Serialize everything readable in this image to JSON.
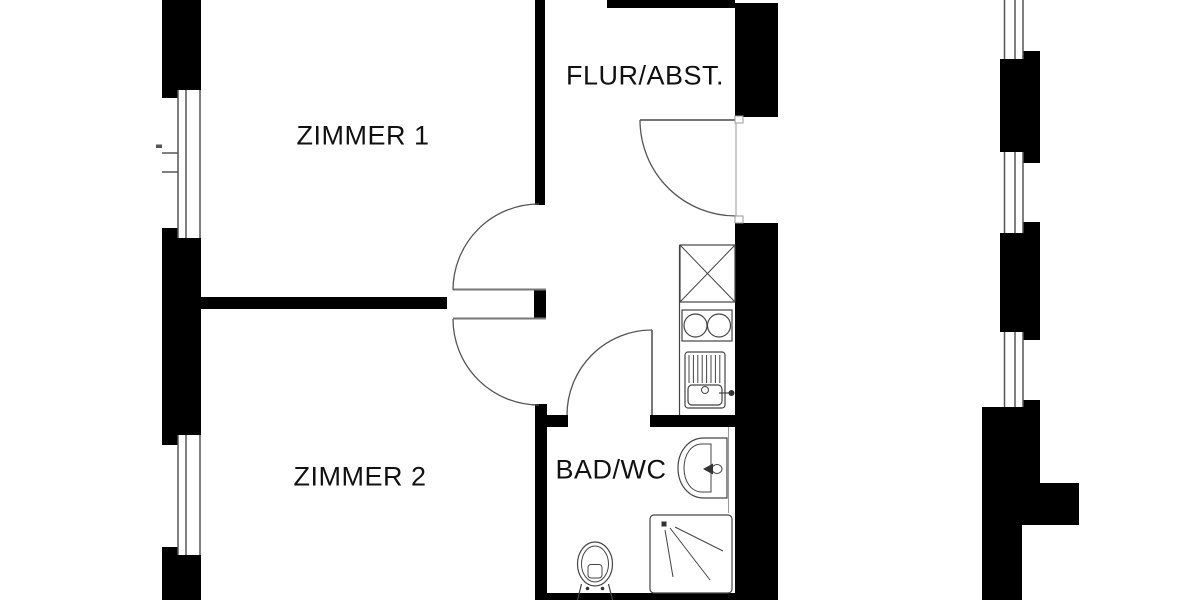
{
  "title": "apartment-floor-plan",
  "colors": {
    "background": "#ffffff",
    "wall": "#000000",
    "line": "#444444",
    "door": "#777777",
    "text": "#111111"
  },
  "rooms": {
    "zimmer1": {
      "label": "ZIMMER 1"
    },
    "zimmer2": {
      "label": "ZIMMER 2"
    },
    "flur": {
      "label": "FLUR/ABST."
    },
    "bad": {
      "label": "BAD/WC"
    }
  },
  "fixtures": {
    "kitchen": [
      "crossed-shaft",
      "cooktop-two-burners",
      "sink-with-drainboard"
    ],
    "bathroom": [
      "washbasin",
      "toilet",
      "shower"
    ],
    "doors": [
      "entrance-door",
      "zimmer1-door",
      "zimmer2-door",
      "bad-door"
    ],
    "windows": [
      "zimmer1-window",
      "zimmer2-window",
      "stair-window-1",
      "stair-window-2",
      "stair-window-3"
    ]
  }
}
